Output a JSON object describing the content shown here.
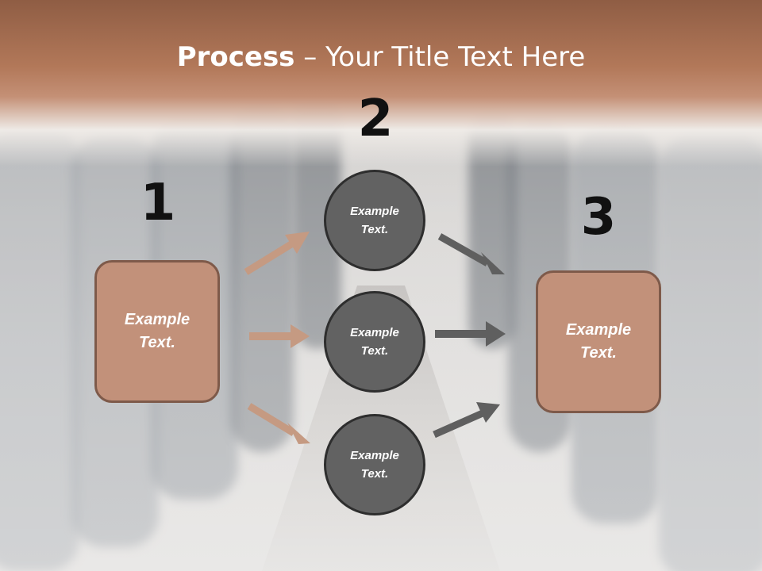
{
  "title": {
    "bold": "Process",
    "rest": " – Your Title Text Here"
  },
  "steps": [
    {
      "number": "1",
      "box_text": "Example Text."
    },
    {
      "number": "2",
      "circles": [
        "Example Text.",
        "Example Text.",
        "Example Text."
      ]
    },
    {
      "number": "3",
      "box_text": "Example Text."
    }
  ],
  "colors": {
    "box_fill": "#c2917a",
    "box_border": "#7e5a4a",
    "circle_fill": "#626262",
    "circle_border": "#2e2e2e",
    "left_arrow": "#c59a82",
    "right_arrow": "#5f5f5f",
    "title_band": "#b27859"
  }
}
